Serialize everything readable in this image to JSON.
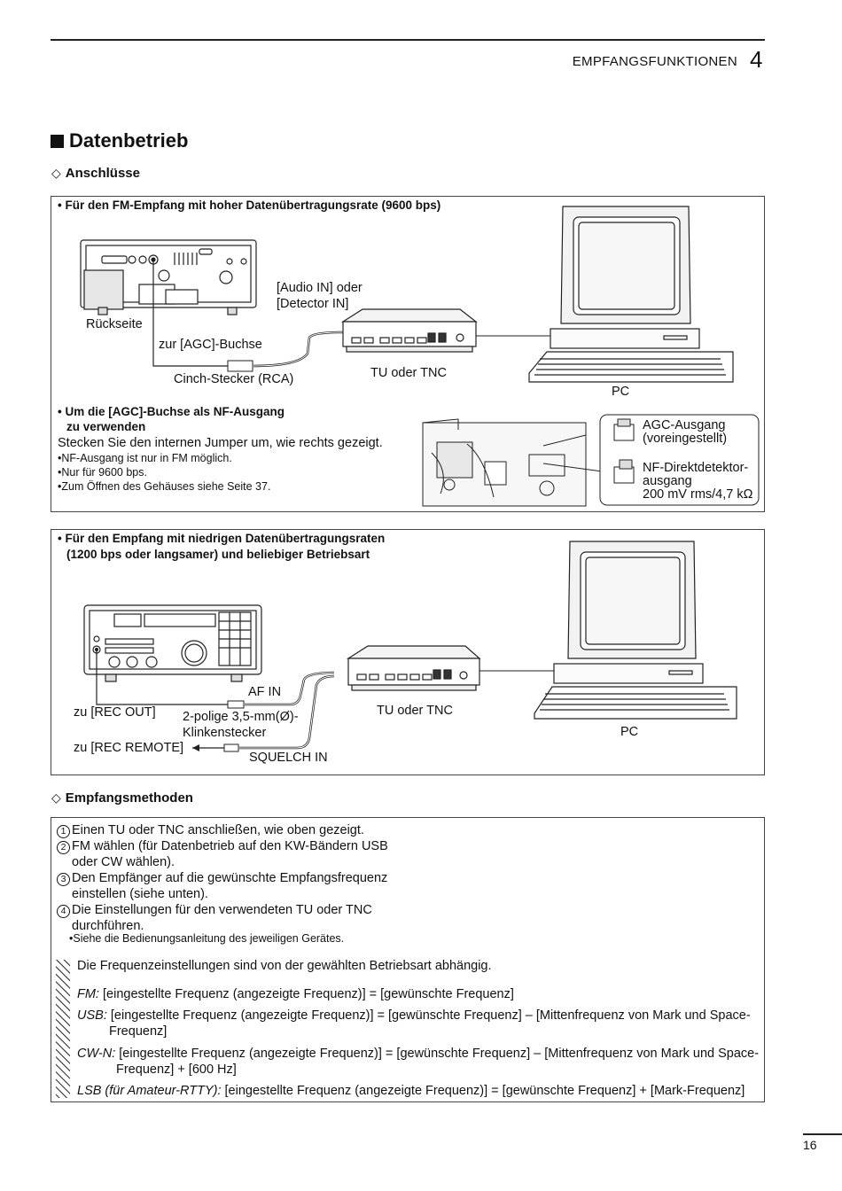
{
  "header": {
    "chapter_title": "EMPFANGSFUNKTIONEN",
    "chapter_number": "4"
  },
  "section": {
    "title": "Datenbetrieb"
  },
  "connections": {
    "title": "Anschlüsse",
    "panel1": {
      "heading": "Für den FM-Empfang mit hoher Datenübertragungsrate (9600 bps)",
      "label_rear": "Rückseite",
      "label_agc_jack": "zur [AGC]-Buchse",
      "label_rca": "Cinch-Stecker (RCA)",
      "label_audio_in_1": "[Audio IN] oder",
      "label_audio_in_2": "[Detector IN]",
      "label_tu": "TU oder TNC",
      "label_pc": "PC",
      "agc_heading_1": "Um die [AGC]-Buchse als NF-Ausgang",
      "agc_heading_2": "zu verwenden",
      "agc_text": "Stecken Sie den internen Jumper um, wie rechts gezeigt.",
      "notes": [
        "NF-Ausgang ist nur in FM möglich.",
        "Nur für 9600 bps.",
        "Zum Öffnen des Gehäuses siehe Seite 37."
      ],
      "agc_out_1": "AGC-Ausgang",
      "agc_out_2": "(voreingestellt)",
      "nf_out_1": "NF-Direktdetektor-",
      "nf_out_2": "ausgang",
      "nf_out_3": "200 mV rms/4,7 kΩ"
    },
    "panel2": {
      "heading_1": "Für den Empfang mit niedrigen Datenübertragungsraten",
      "heading_2": "(1200 bps oder langsamer) und beliebiger Betriebsart",
      "label_af_in": "AF IN",
      "label_rec_out": "zu [REC OUT]",
      "label_plug_1": "2-polige 3,5-mm(Ø)-",
      "label_plug_2": "Klinkenstecker",
      "label_rec_remote": "zu [REC REMOTE]",
      "label_squelch": "SQUELCH IN",
      "label_tu": "TU oder TNC",
      "label_pc": "PC"
    }
  },
  "methods": {
    "title": "Empfangsmethoden",
    "steps": [
      {
        "num": "1",
        "line1": "Einen TU oder TNC anschließen, wie oben gezeigt.",
        "line2": ""
      },
      {
        "num": "2",
        "line1": "FM wählen (für Datenbetrieb auf den KW-Bändern USB",
        "line2": "oder CW wählen)."
      },
      {
        "num": "3",
        "line1": "Den Empfänger auf die gewünschte Empfangsfrequenz",
        "line2": "einstellen (siehe unten)."
      },
      {
        "num": "4",
        "line1": "Die Einstellungen für den verwendeten TU oder TNC",
        "line2": "durchführen."
      }
    ],
    "sub_note": "Siehe die Bedienungsanleitung des jeweiligen Gerätes.",
    "freq_intro": "Die Frequenzeinstellungen sind von der gewählten Betriebsart abhängig.",
    "fm_label": "FM:",
    "fm_text": "[eingestellte Frequenz (angezeigte Frequenz)] = [gewünschte Frequenz]",
    "usb_label": "USB:",
    "usb_text_1": "[eingestellte Frequenz (angezeigte Frequenz)] = [gewünschte Frequenz] – [Mittenfrequenz von Mark und Space-",
    "usb_text_2": "Frequenz]",
    "cwn_label": "CW-N:",
    "cwn_text_1": "[eingestellte Frequenz (angezeigte Frequenz)] = [gewünschte Frequenz] – [Mittenfrequenz von Mark und Space-",
    "cwn_text_2": "Frequenz] + [600 Hz]",
    "lsb_label": "LSB (für Amateur-RTTY):",
    "lsb_text": "[eingestellte Frequenz (angezeigte Frequenz)] = [gewünschte Frequenz] + [Mark-Frequenz]"
  },
  "footer": {
    "page_number": "16"
  }
}
